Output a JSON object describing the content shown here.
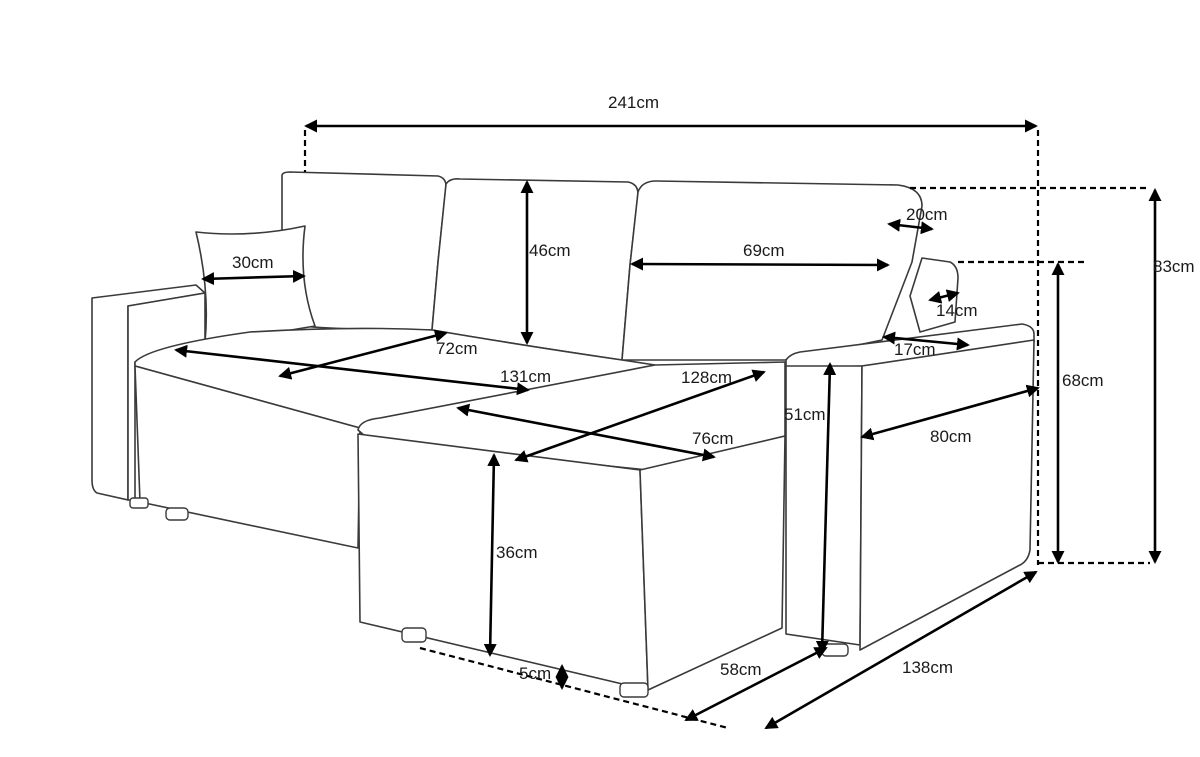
{
  "diagram": {
    "dimensions": {
      "total_width": "241cm",
      "back_cushion_height": "46cm",
      "pillow_width": "30cm",
      "back_cushion_width": "69cm",
      "armrest_top_width": "20cm",
      "side_height": "83cm",
      "armrest_offset": "14cm",
      "armrest_inner_width": "17cm",
      "armrest_height": "68cm",
      "seat_depth": "72cm",
      "seat_length": "131cm",
      "chaise_length": "128cm",
      "seat_front_height": "51cm",
      "chaise_width": "76cm",
      "arm_length": "80cm",
      "chaise_height": "36cm",
      "leg_height": "5cm",
      "chaise_depth": "58cm",
      "side_depth": "138cm"
    }
  }
}
